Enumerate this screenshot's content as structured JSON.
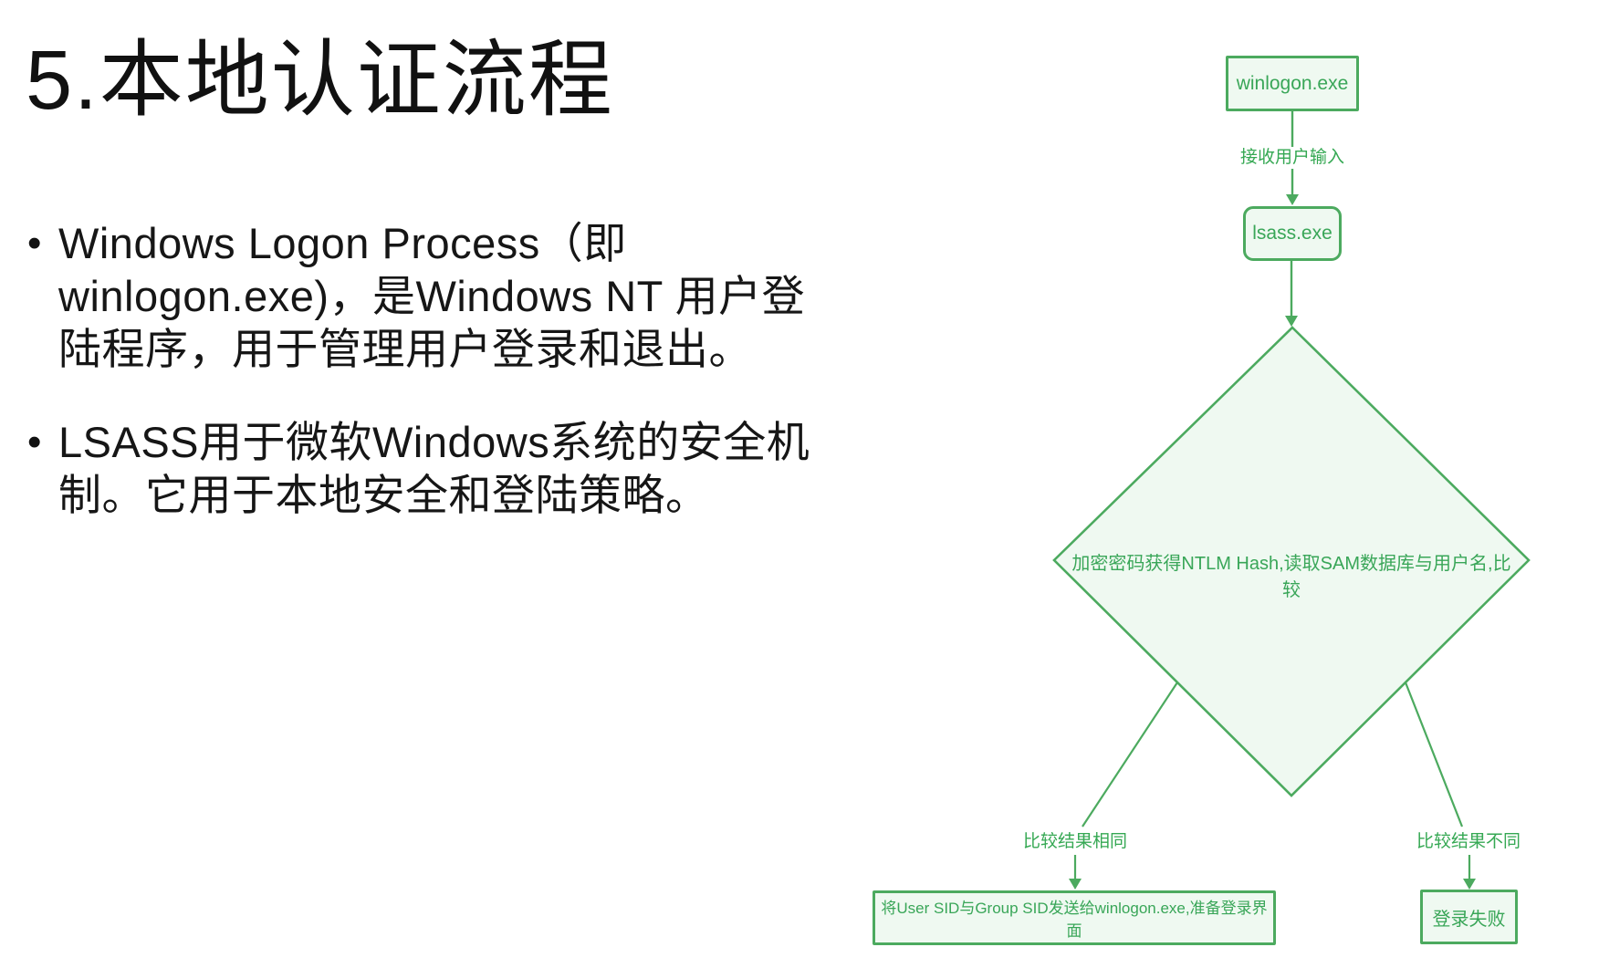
{
  "colors": {
    "green_stroke": "#4caa5f",
    "green_fill": "#eff9f1",
    "green_text": "#39a658",
    "body_text": "#161616",
    "background": "#ffffff"
  },
  "slide": {
    "title": "5.本地认证流程",
    "bullets": [
      {
        "marker": "•",
        "text": "Windows Logon Process（即\nwinlogon.exe)，是Windows NT 用户登\n陆程序，用于管理用户登录和退出。"
      },
      {
        "marker": "•",
        "text": "LSASS用于微软Windows系统的安全机\n制。它用于本地安全和登陆策略。"
      }
    ]
  },
  "flowchart": {
    "nodes": [
      {
        "id": "winlogon",
        "shape": "rect",
        "label": "winlogon.exe"
      },
      {
        "id": "lsass",
        "shape": "rounded",
        "label": "lsass.exe"
      },
      {
        "id": "decision",
        "shape": "diamond",
        "label": "加密密码获得NTLM Hash,读取SAM数据库与用户名,比较"
      },
      {
        "id": "success",
        "shape": "rect",
        "label": "将User SID与Group SID发送给winlogon.exe,准备登录界面"
      },
      {
        "id": "fail",
        "shape": "rect",
        "label": "登录失败"
      }
    ],
    "edges": [
      {
        "from": "winlogon",
        "to": "lsass",
        "label": "接收用户输入"
      },
      {
        "from": "lsass",
        "to": "decision",
        "label": ""
      },
      {
        "from": "decision",
        "to": "success",
        "label": "比较结果相同"
      },
      {
        "from": "decision",
        "to": "fail",
        "label": "比较结果不同"
      }
    ]
  }
}
